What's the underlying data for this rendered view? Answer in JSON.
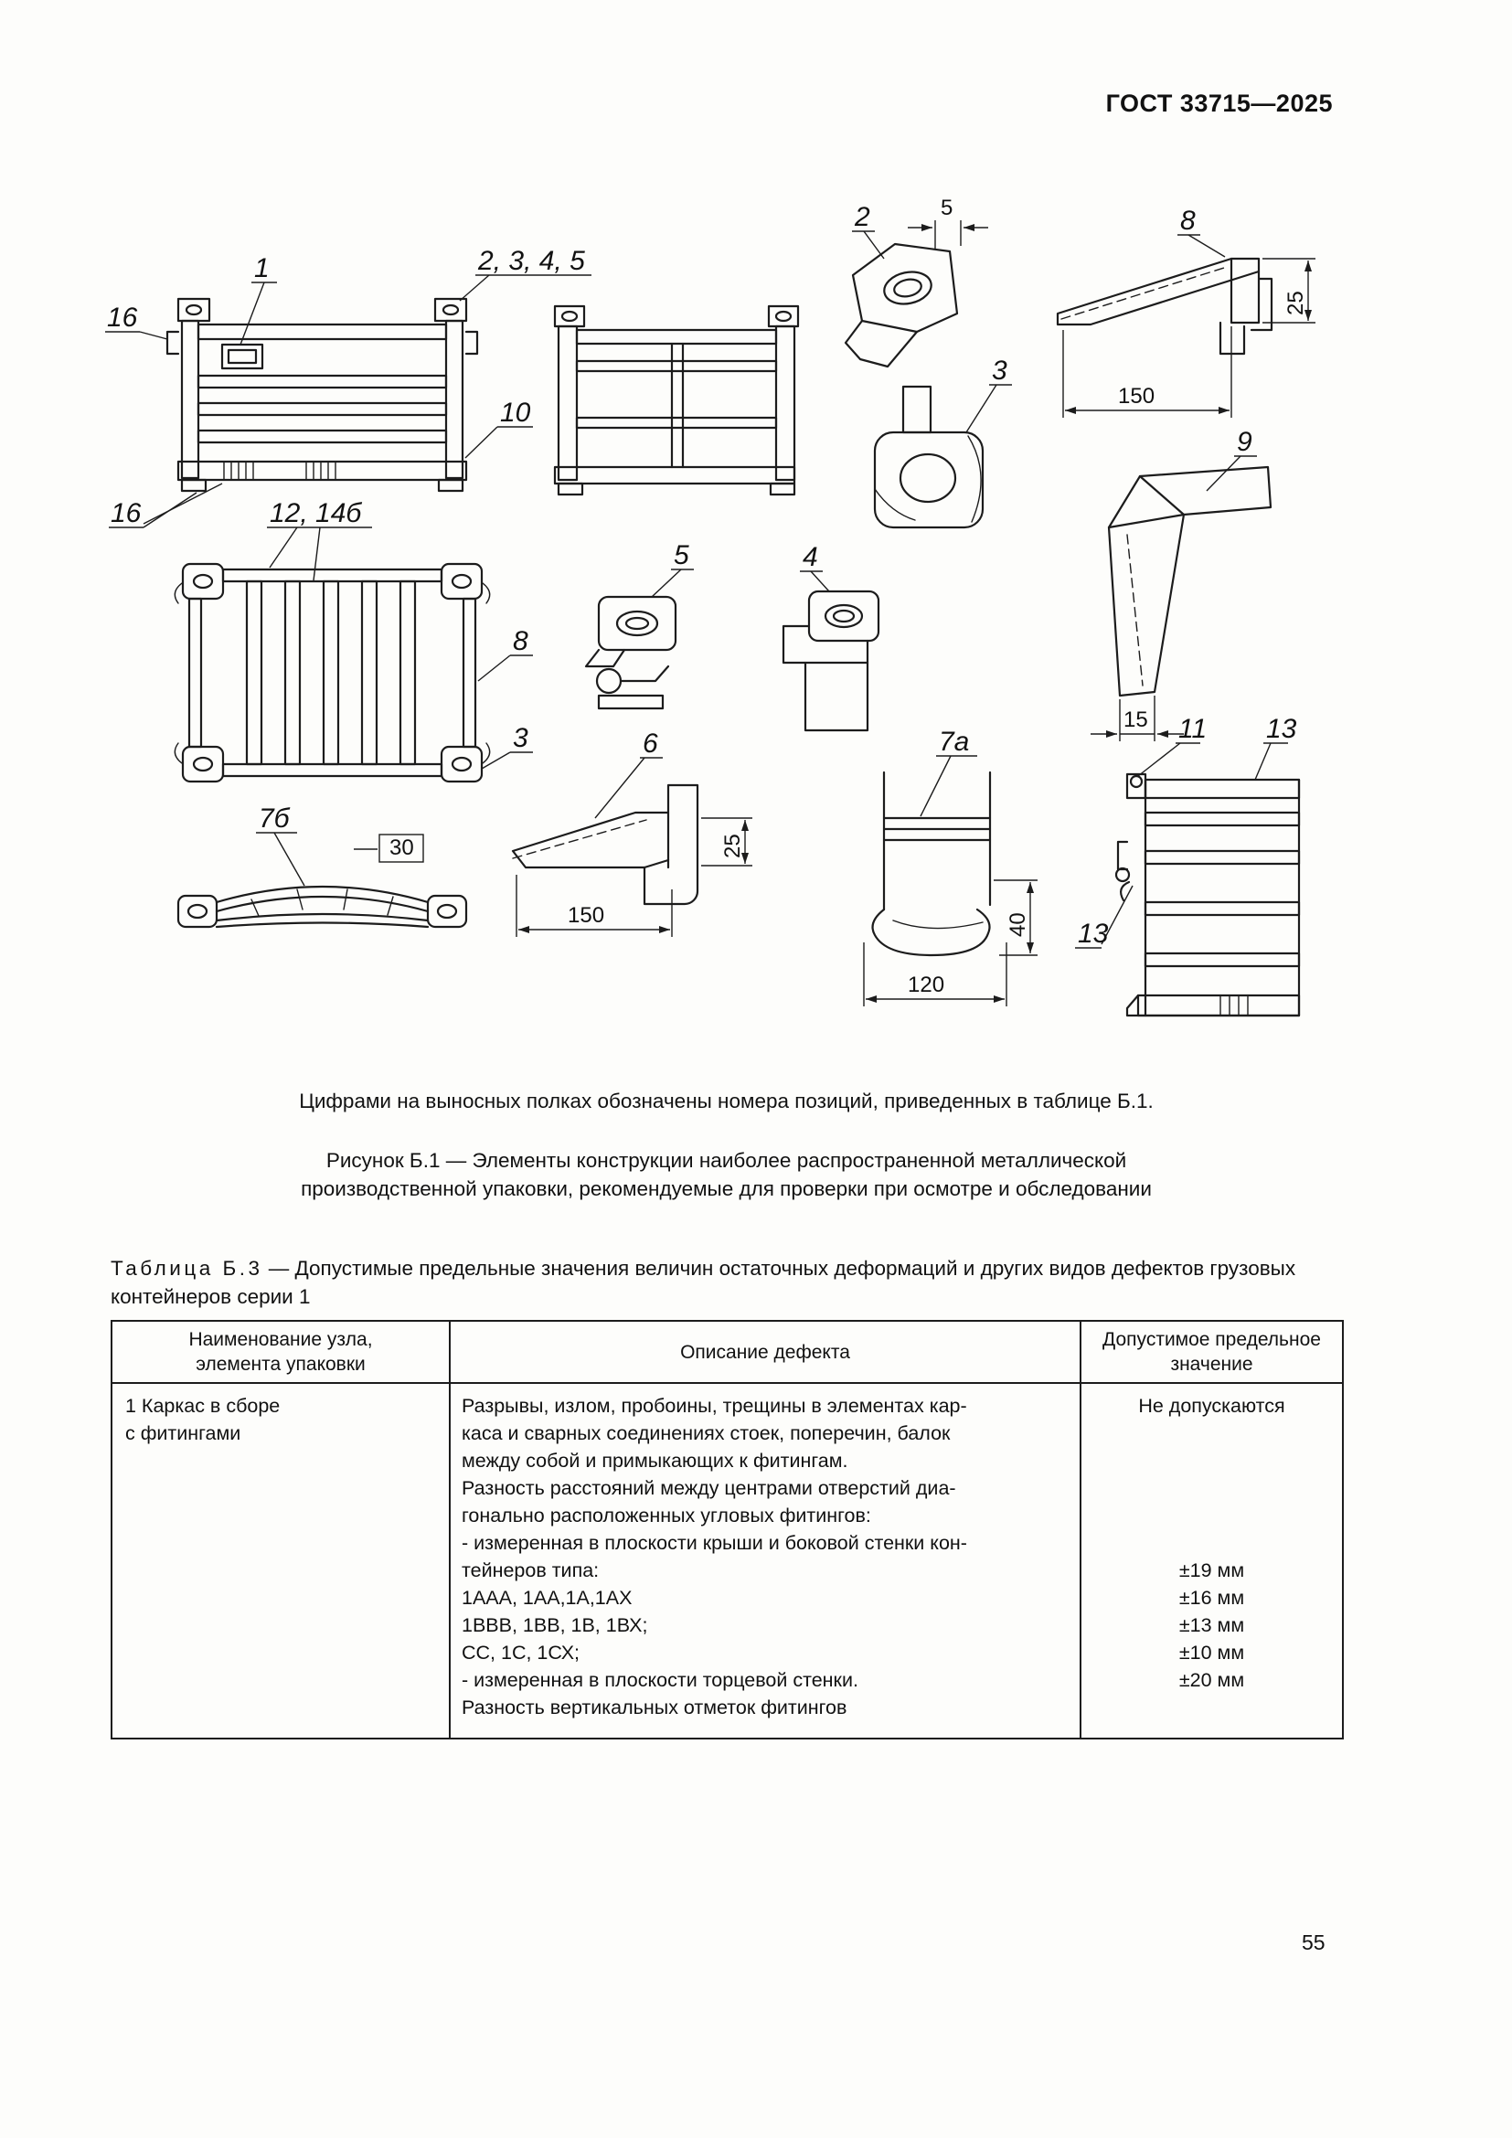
{
  "page": {
    "header": "ГОСТ 33715—2025",
    "number": "55"
  },
  "figure": {
    "note": "Цифрами на выносных полках обозначены номера позиций, приведенных в таблице Б.1.",
    "title": "Рисунок Б.1 — Элементы конструкции наиболее распространенной металлической\nпроизводственной упаковки, рекомендуемые для проверки при осмотре и обследовании",
    "callouts": {
      "c1": "1",
      "c2345": "2, 3, 4, 5",
      "c16a": "16",
      "c16b": "16",
      "c10": "10",
      "c12_14b": "12, 14б",
      "c8a": "8",
      "c3a": "3",
      "c7b": "7б",
      "c5a": "5",
      "c4": "4",
      "c2": "2",
      "c3b": "3",
      "c8b": "8",
      "c9": "9",
      "c6": "6",
      "c7a": "7а",
      "c11": "11",
      "c13a": "13",
      "c13b": "13"
    },
    "dimensions": {
      "d5": "5",
      "d25a": "25",
      "d150a": "150",
      "d15": "15",
      "d30": "30",
      "d25b": "25",
      "d150b": "150",
      "d40": "40",
      "d120": "120"
    }
  },
  "table": {
    "label": "Таблица Б.3",
    "title_rest": " — Допустимые предельные значения величин остаточных деформаций и других видов дефектов грузовых контейнеров серии 1",
    "headers": [
      "Наименование узла,\nэлемента упаковки",
      "Описание дефекта",
      "Допустимое предельное\nзначение"
    ],
    "row1": {
      "name": "1 Каркас в сборе\nс фитингами",
      "defect_lines": [
        "Разрывы, излом, пробоины, трещины в элементах кар-",
        "каса и сварных соединениях стоек, поперечин, балок",
        "между собой и примыкающих к фитингам.",
        "Разность расстояний между центрами отверстий диа-",
        "гонально расположенных угловых фитингов:",
        "- измеренная в плоскости крыши и боковой стенки кон-",
        "тейнеров типа:",
        "1ААА, 1АА,1А,1АХ",
        "1ВВВ, 1ВВ, 1В, 1ВХ;",
        "СС, 1С, 1СХ;",
        "- измеренная в плоскости торцевой стенки.",
        "Разность вертикальных отметок фитингов"
      ],
      "limit_lines": [
        "Не допускаются",
        "",
        "",
        "",
        "",
        "",
        "±19 мм",
        "±16 мм",
        "±13 мм",
        "±10 мм",
        "±20 мм",
        ""
      ]
    }
  }
}
